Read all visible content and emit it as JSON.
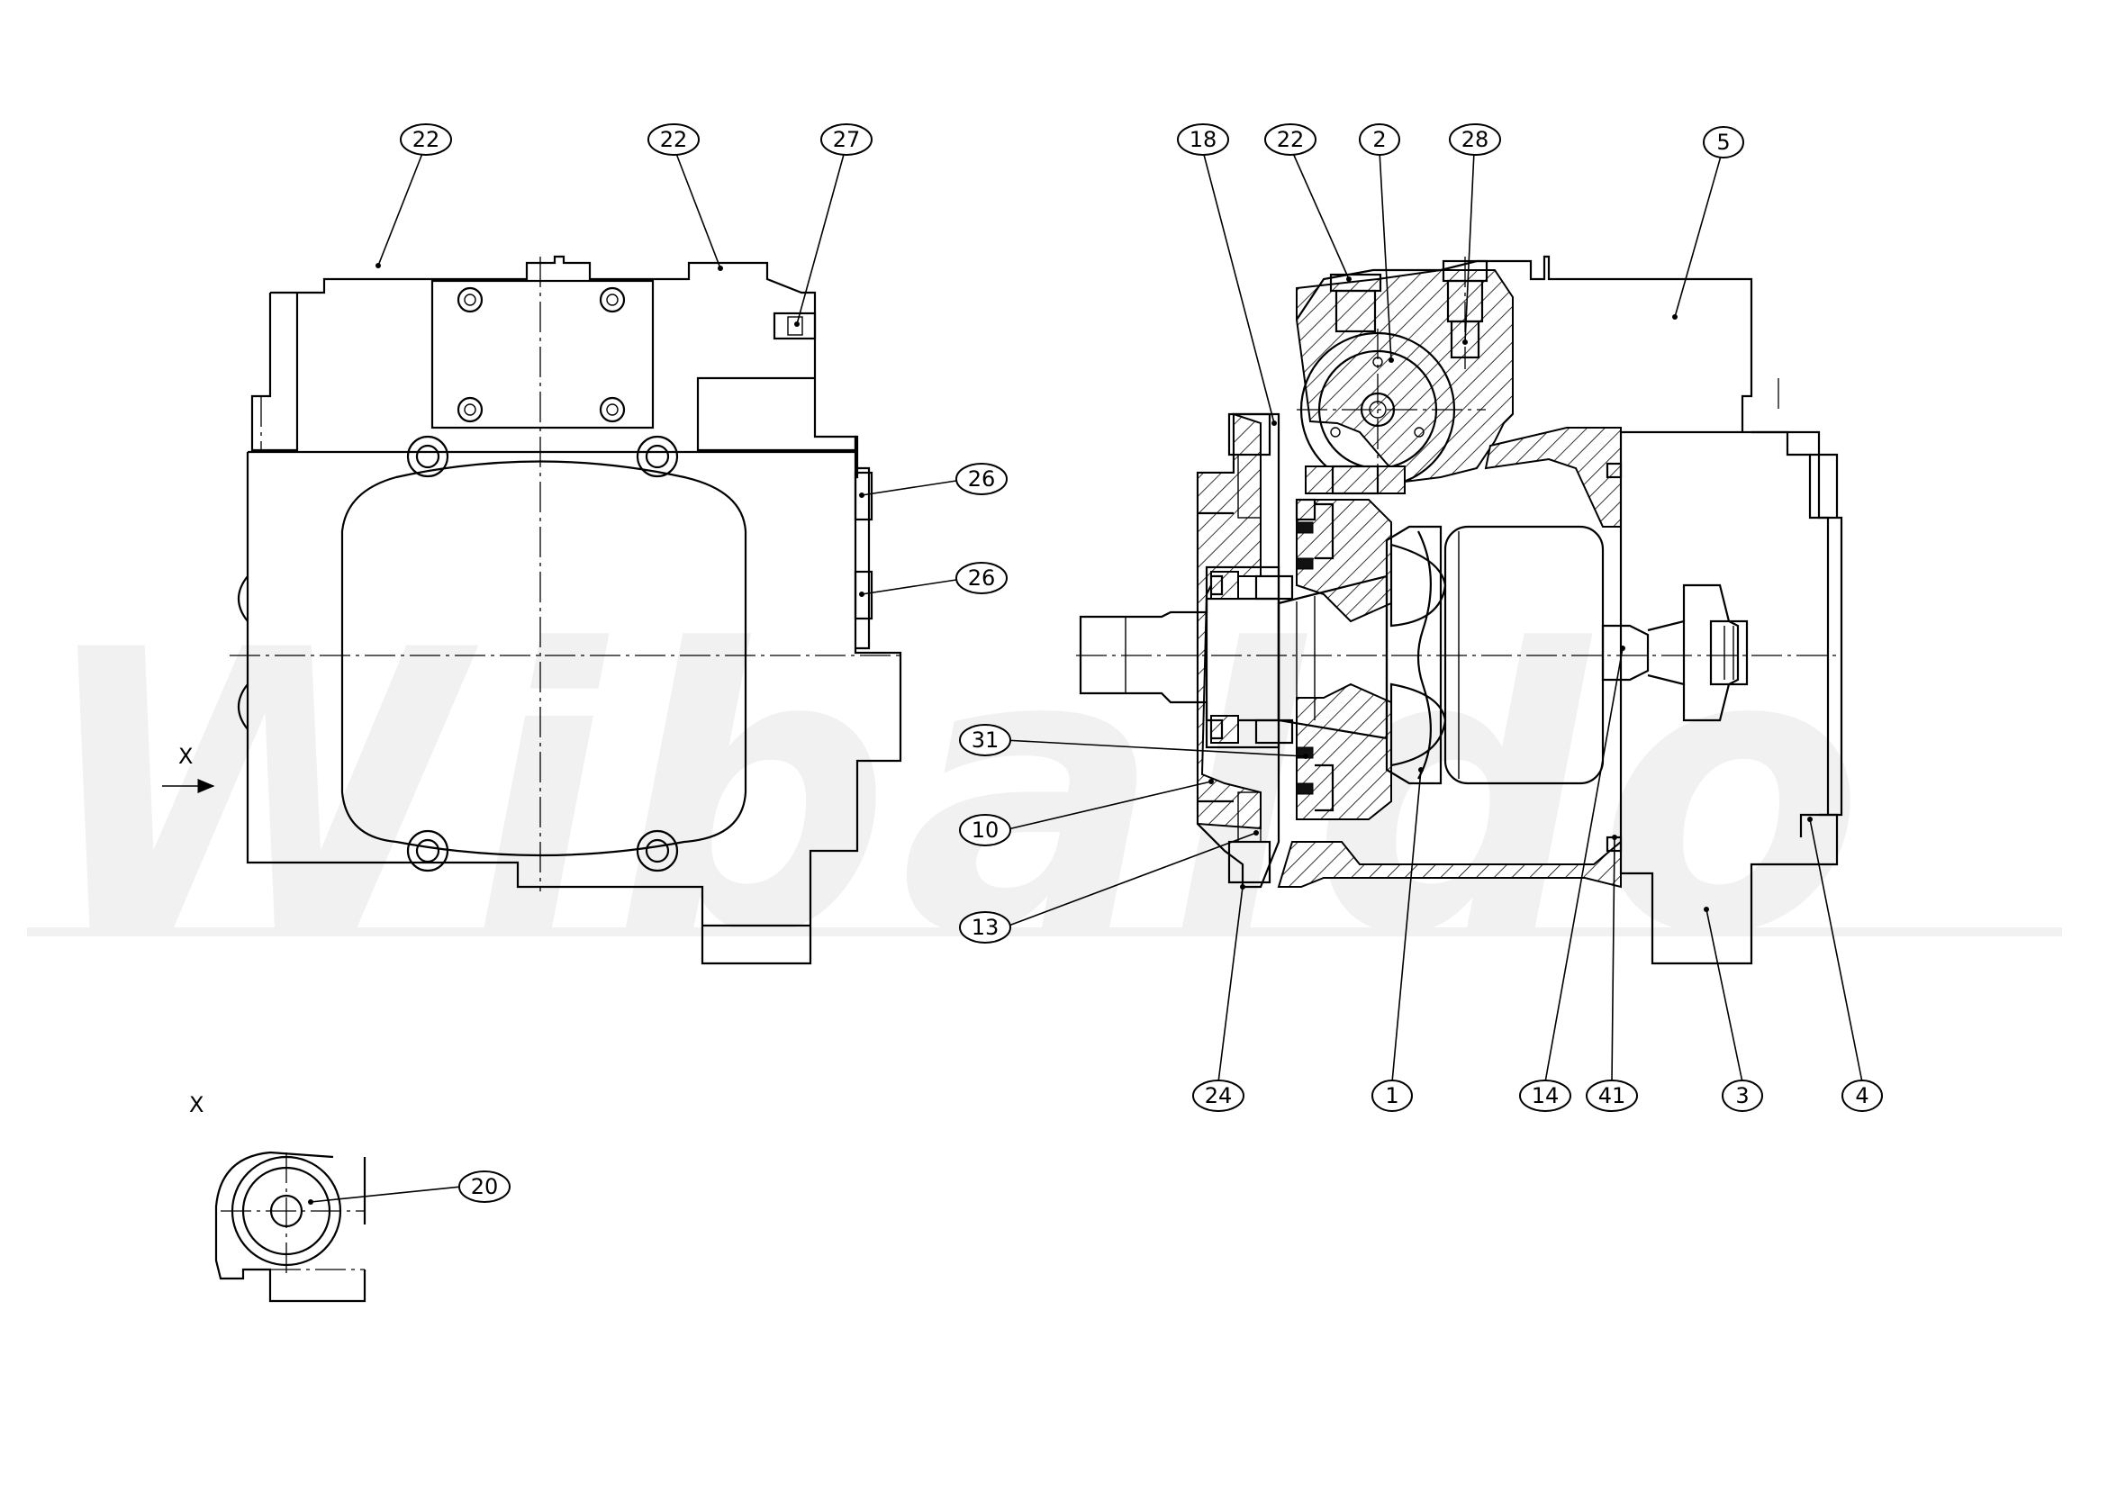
{
  "watermark": {
    "text": "Wibaldo",
    "color": "#f1f1f1"
  },
  "view_labels": {
    "arrow_label": "X",
    "detail_label": "X"
  },
  "callouts": [
    {
      "id": "c-22a",
      "label": "22"
    },
    {
      "id": "c-22b",
      "label": "22"
    },
    {
      "id": "c-27",
      "label": "27"
    },
    {
      "id": "c-26a",
      "label": "26"
    },
    {
      "id": "c-26b",
      "label": "26"
    },
    {
      "id": "c-18",
      "label": "18"
    },
    {
      "id": "c-22c",
      "label": "22"
    },
    {
      "id": "c-2",
      "label": "2"
    },
    {
      "id": "c-28",
      "label": "28"
    },
    {
      "id": "c-5",
      "label": "5"
    },
    {
      "id": "c-31",
      "label": "31"
    },
    {
      "id": "c-10",
      "label": "10"
    },
    {
      "id": "c-13",
      "label": "13"
    },
    {
      "id": "c-24",
      "label": "24"
    },
    {
      "id": "c-1",
      "label": "1"
    },
    {
      "id": "c-14",
      "label": "14"
    },
    {
      "id": "c-41",
      "label": "41"
    },
    {
      "id": "c-3",
      "label": "3"
    },
    {
      "id": "c-4",
      "label": "4"
    },
    {
      "id": "c-20",
      "label": "20"
    }
  ],
  "icons": {
    "view_arrow": "arrow-right-icon",
    "bolt": "bolt-head-icon"
  }
}
